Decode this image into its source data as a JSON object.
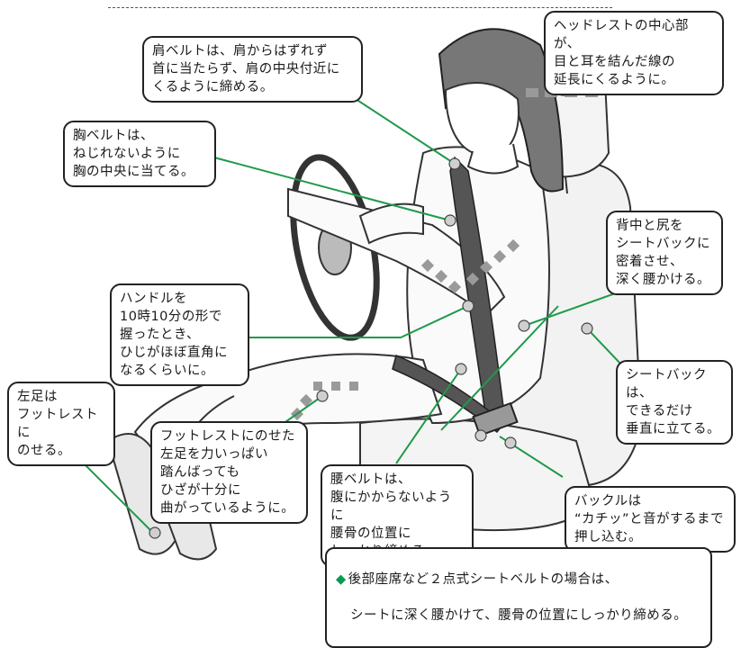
{
  "callouts": {
    "headrest": "ヘッドレストの中心部が、\n目と耳を結んだ線の\n延長にくるように。",
    "shoulder_belt": "肩ベルトは、肩からはずれず\n首に当たらず、肩の中央付近に\nくるように締める。",
    "chest_belt": "胸ベルトは、\nねじれないように\n胸の中央に当てる。",
    "back_hip": "背中と尻を\nシートバックに\n密着させ、\n深く腰かける。",
    "handle": "ハンドルを\n10時10分の形で\n握ったとき、\nひじがほぼ直角に\nなるくらいに。",
    "seatback": "シートバックは、\nできるだけ\n垂直に立てる。",
    "left_foot": "左足は\nフットレストに\nのせる。",
    "footrest": "フットレストにのせた\n左足を力いっぱい\n踏んばっても\nひざが十分に\n曲がっているように。",
    "lap_belt": "腰ベルトは、\n腹にかからないように\n腰骨の位置に\nしっかり締める。",
    "buckle": "バックルは\n“カチッ”と音がするまで\n押し込む。"
  },
  "note": {
    "line1": "後部座席など２点式シートベルトの場合は、",
    "line2": "シートに深く腰かけて、腰骨の位置にしっかり締める。"
  },
  "colors": {
    "leader": "#1f9a4a",
    "dash": "#9a9a9a",
    "diamond": "#0a9a52"
  }
}
